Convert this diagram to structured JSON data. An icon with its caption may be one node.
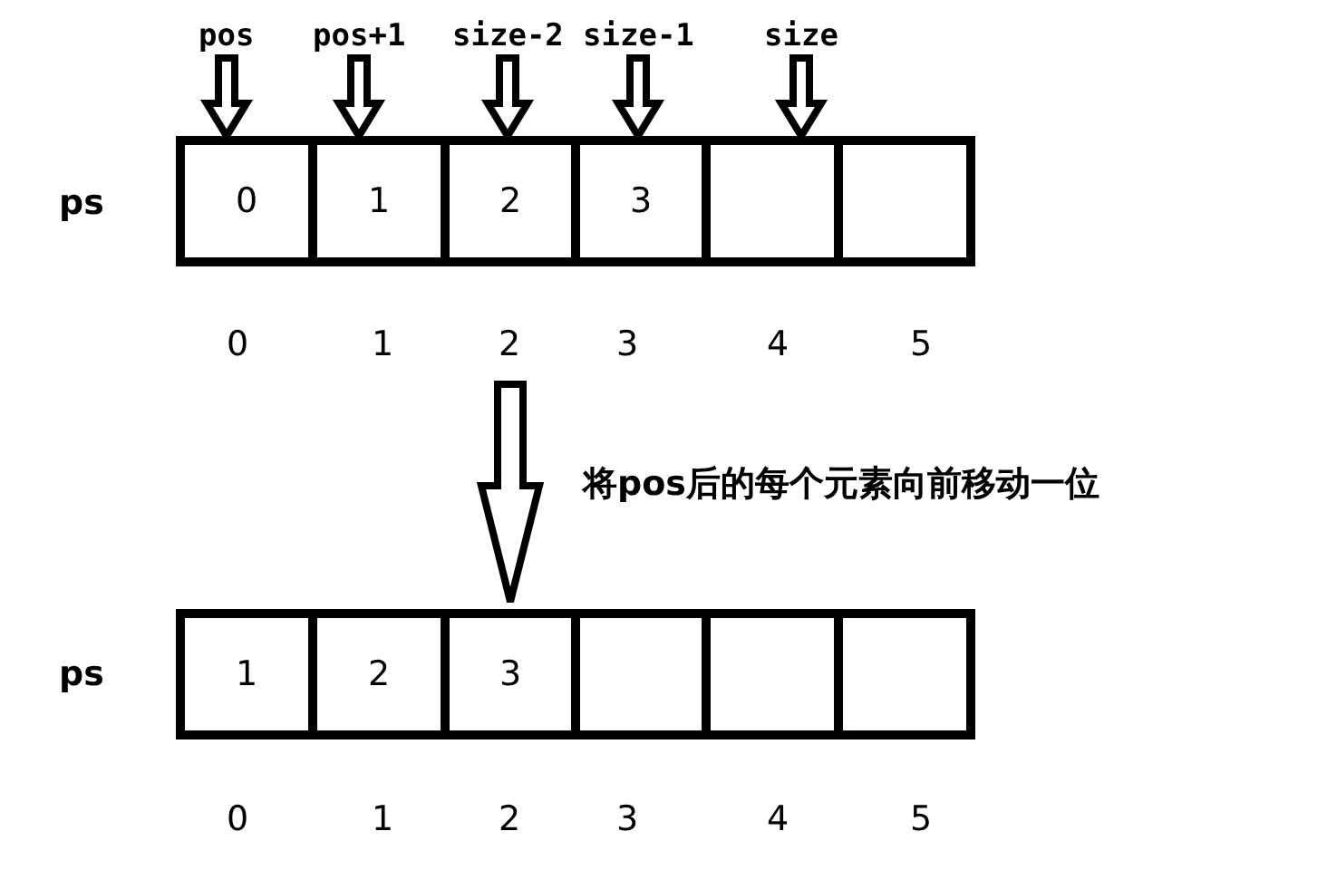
{
  "diagram": {
    "nodes": [
      {
        "text": [
          "pos"
        ]
      },
      {
        "text": [
          "pos+1"
        ]
      },
      {
        "text": [
          "size-2"
        ]
      },
      {
        "text": [
          "size-1"
        ]
      },
      {
        "text": [
          "size"
        ]
      },
      {
        "text": [
          "0"
        ]
      },
      {
        "text": [
          "1"
        ]
      },
      {
        "text": [
          "2"
        ]
      },
      {
        "text": [
          "3"
        ]
      },
      {
        "text": [],
        "shape": "box"
      },
      {
        "text": [],
        "shape": "box"
      },
      {
        "text": [
          "1"
        ]
      },
      {
        "text": [
          "2"
        ]
      },
      {
        "text": [
          "3"
        ]
      },
      {
        "text": [],
        "shape": "box"
      },
      {
        "text": [],
        "shape": "box"
      },
      {
        "text": [],
        "shape": "box"
      }
    ],
    "edges": [
      {
        "from": 0,
        "to": 5,
        "arrow": "to"
      },
      {
        "from": 1,
        "to": 6,
        "arrow": "to"
      },
      {
        "from": 2,
        "to": 7,
        "arrow": "to"
      },
      {
        "from": 3,
        "to": 8,
        "arrow": "to"
      },
      {
        "from": 4,
        "to": 9,
        "arrow": "to"
      },
      {
        "from": null,
        "to": 13,
        "arrow": "to",
        "label": "将pos后的每个元素向前移动一位"
      }
    ],
    "labels": [
      "ps",
      "0",
      "1",
      "2",
      "3",
      "4",
      "5",
      "ps",
      "0",
      "1",
      "2",
      "3",
      "4",
      "5"
    ]
  }
}
